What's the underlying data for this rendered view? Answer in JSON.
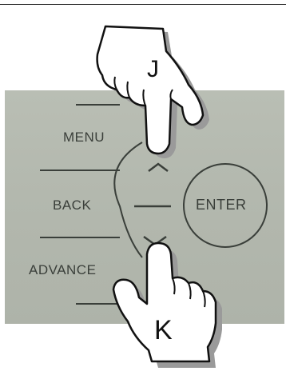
{
  "buttons": {
    "menu_label": "MENU",
    "back_label": "BACK",
    "advance_label": "ADVANCE",
    "enter_label": "ENTER"
  },
  "keys": {
    "up_key": "J",
    "down_key": "K"
  },
  "icons": {
    "up": "chevron-up-icon",
    "down": "chevron-down-icon",
    "hand": "pointing-hand-icon"
  },
  "colors": {
    "panel": "#b5bab0",
    "panel_lines": "#3a3f3a",
    "hand_fill": "#ffffff",
    "hand_shadow": "#9a9a9a"
  }
}
